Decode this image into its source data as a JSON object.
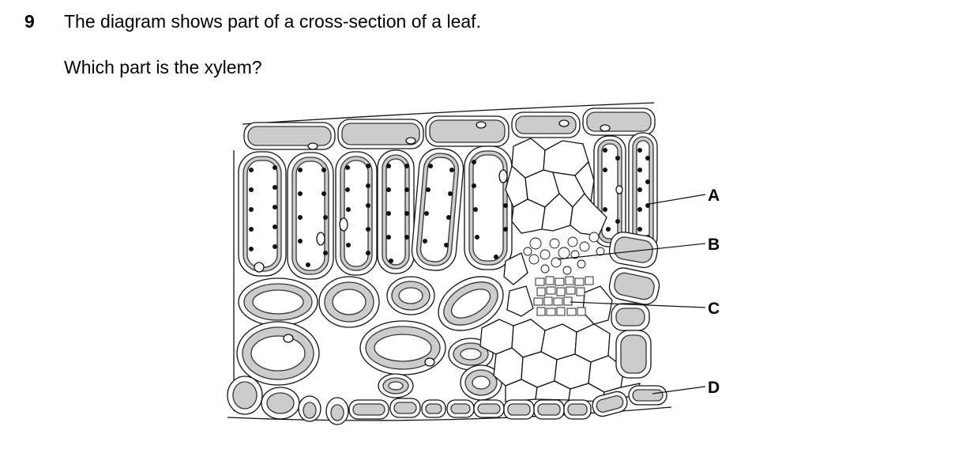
{
  "question": {
    "number": "9",
    "text": "The diagram shows part of a cross-section of a leaf.",
    "prompt": "Which part is the xylem?"
  },
  "diagram": {
    "labels": [
      "A",
      "B",
      "C",
      "D"
    ]
  }
}
